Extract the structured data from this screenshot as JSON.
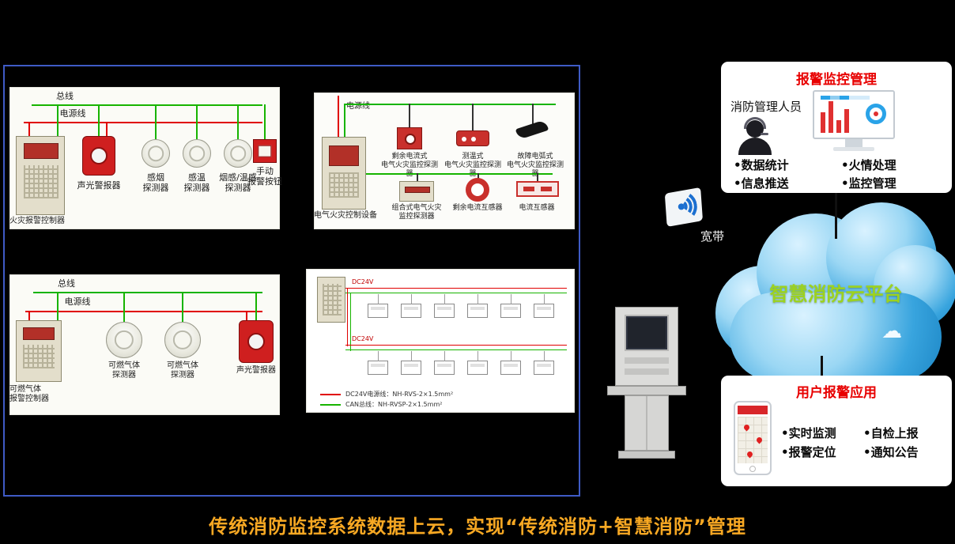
{
  "colors": {
    "accent_red": "#e80000",
    "banner_orange": "#f7a823",
    "cloud_blue": "#2196d9",
    "cloud_text_green": "#9cd21f",
    "bus_green": "#17b400",
    "power_red": "#e00000",
    "panel_border_blue": "#3f5bc6"
  },
  "icons": {
    "small_cloud": "☁"
  },
  "banner": {
    "text": "传统消防监控系统数据上云，实现“传统消防+智慧消防”管理"
  },
  "broadband": {
    "label": "宽带"
  },
  "cloud": {
    "label": "智慧消防云平台"
  },
  "monitor_box": {
    "title": "报警监控管理",
    "person_label": "消防管理人员",
    "bullets": [
      "•数据统计",
      "•信息推送",
      "•火情处理",
      "•监控管理"
    ]
  },
  "user_box": {
    "title": "用户报警应用",
    "bullets": [
      "•实时监测",
      "•报警定位",
      "•自检上报",
      "•通知公告"
    ]
  },
  "fire_alarm_diagram": {
    "bus_label": "总线",
    "power_label": "电源线",
    "controller_label": "火灾报警控制器",
    "devices": [
      "声光警报器",
      "感烟\n探测器",
      "感温\n探测器",
      "烟感/温感\n探测器",
      "手动\n报警按钮"
    ]
  },
  "electrical_fire_diagram": {
    "power_label": "电源线",
    "controller_label": "电气火灾控制设备",
    "top_devices": [
      "剩余电流式\n电气火灾监控探测器",
      "测温式\n电气火灾监控探测器",
      "故障电弧式\n电气火灾监控探测器"
    ],
    "bottom_devices": [
      "组合式电气火灾\n监控探测器",
      "剩余电流互感器",
      "电流互感器"
    ]
  },
  "gas_alarm_diagram": {
    "bus_label": "总线",
    "power_label": "电源线",
    "controller_label": "可燃气体\n报警控制器",
    "devices": [
      "可燃气体\n探测器",
      "可燃气体\n探测器",
      "声光警报器"
    ]
  },
  "wiring_diagram": {
    "bus_voltage_labels": [
      "DC24V",
      "DC24V"
    ],
    "legend": [
      "DC24V电源线：NH-RVS-2×1.5mm²",
      "CAN总线：NH-RVSP-2×1.5mm²"
    ]
  }
}
